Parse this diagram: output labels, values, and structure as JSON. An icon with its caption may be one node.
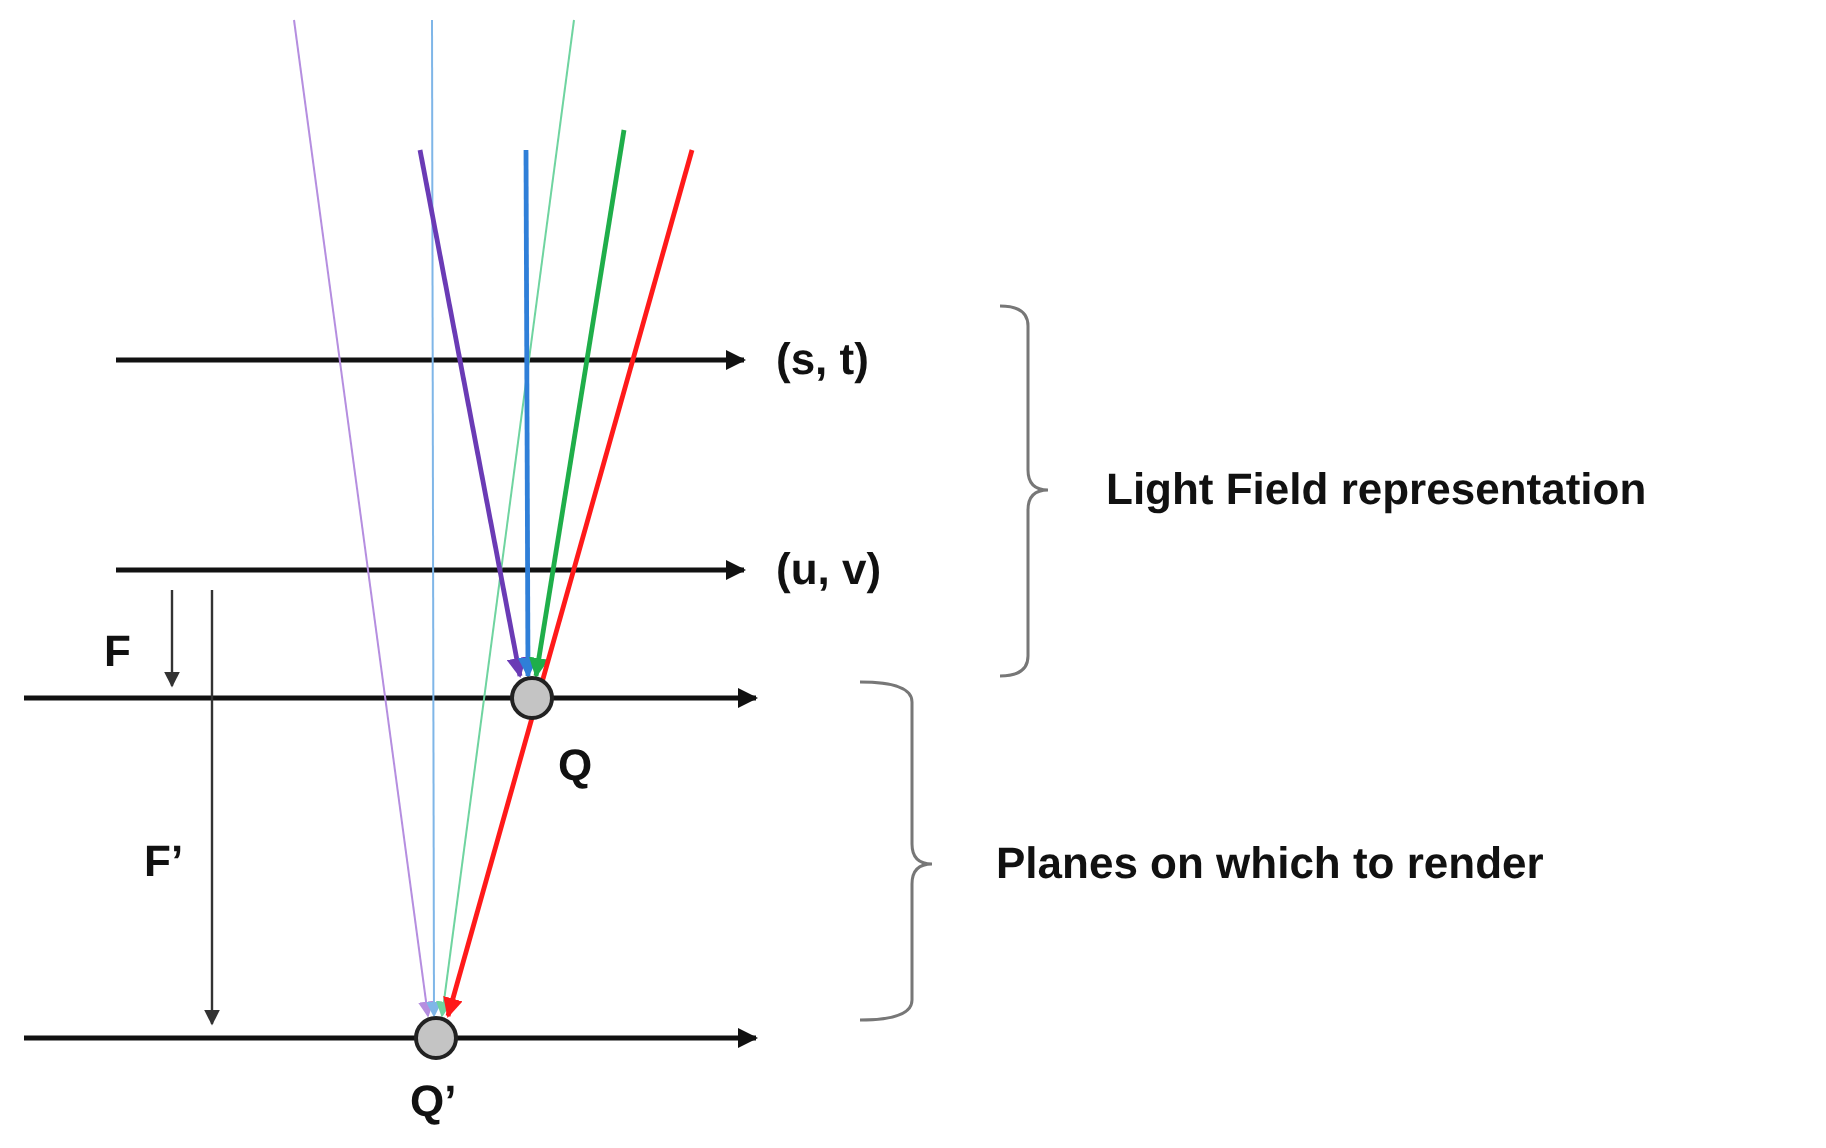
{
  "diagram": {
    "nodes": [
      {
        "text": [
          "Q"
        ]
      },
      {
        "text": [
          "Q’"
        ]
      }
    ],
    "edges": [
      {
        "from": null,
        "to": 1,
        "arrow": "to",
        "color": "#b58ee0"
      },
      {
        "from": null,
        "to": 1,
        "arrow": "to",
        "color": "#7fb6e8"
      },
      {
        "from": null,
        "to": 1,
        "arrow": "to",
        "color": "#6fd4a0"
      },
      {
        "from": null,
        "to": 0,
        "arrow": "to",
        "color": "#6a3bb5"
      },
      {
        "from": null,
        "to": 0,
        "arrow": "to",
        "color": "#2f7fd8"
      },
      {
        "from": null,
        "to": 0,
        "arrow": "to",
        "color": "#1fae4a"
      },
      {
        "from": null,
        "to": 1,
        "arrow": "to",
        "color": "#ff1a1a"
      }
    ],
    "labels": [
      "(s, t)",
      "(u, v)",
      "Light Field representation",
      "F",
      "Planes on which to render",
      "F’"
    ]
  }
}
